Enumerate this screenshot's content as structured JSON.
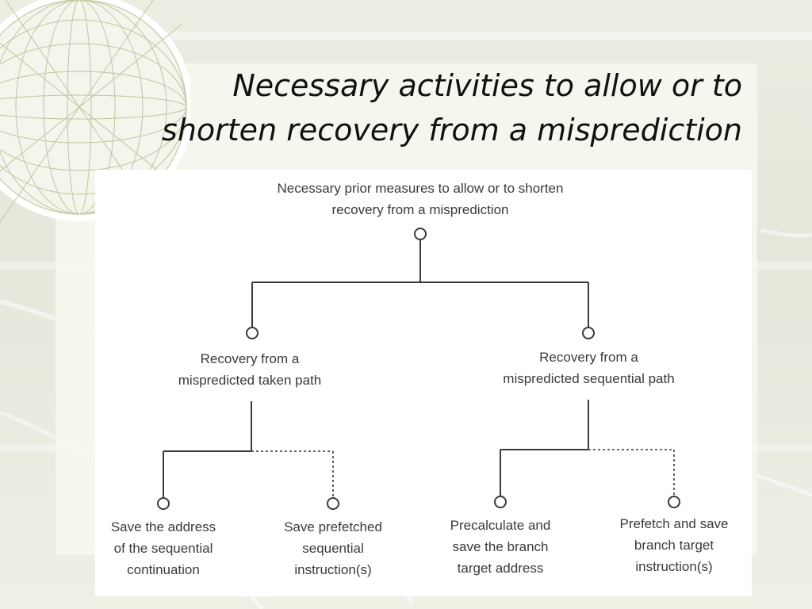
{
  "slide": {
    "title_line1": "Necessary activities to allow or to",
    "title_line2": "shorten recovery from a misprediction"
  },
  "diagram": {
    "root": {
      "line1": "Necessary prior measures to allow or to shorten",
      "line2": "recovery from a misprediction"
    },
    "left_branch": {
      "line1": "Recovery from a",
      "line2": "mispredicted taken path",
      "children": [
        {
          "line1": "Save the address",
          "line2": "of the sequential",
          "line3": "continuation",
          "connector": "solid"
        },
        {
          "line1": "Save prefetched",
          "line2": "sequential",
          "line3": "instruction(s)",
          "connector": "dotted"
        }
      ]
    },
    "right_branch": {
      "line1": "Recovery from a",
      "line2": "mispredicted sequential path",
      "children": [
        {
          "line1": "Precalculate and",
          "line2": "save the branch",
          "line3": "target address",
          "connector": "solid"
        },
        {
          "line1": "Prefetch and save",
          "line2": "branch target",
          "line3": "instruction(s)",
          "connector": "dotted"
        }
      ]
    }
  }
}
